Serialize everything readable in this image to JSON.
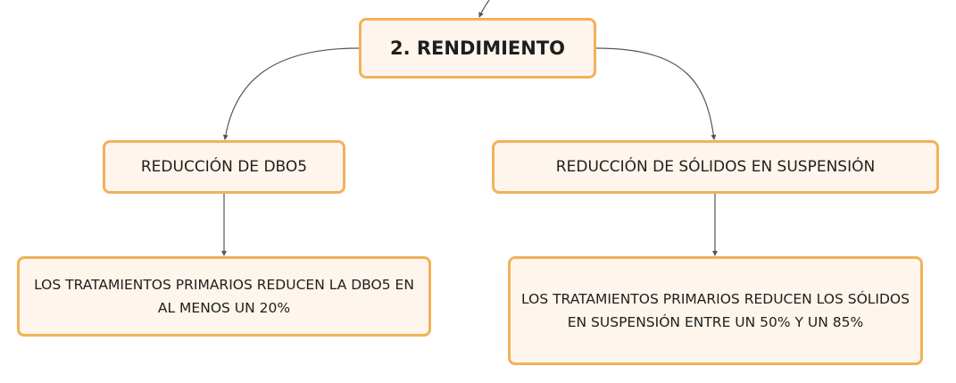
{
  "diagram": {
    "root": {
      "label": "2. RENDIMIENTO"
    },
    "children": [
      {
        "label": "REDUCCIÓN DE DBO5",
        "detail": "LOS TRATAMIENTOS PRIMARIOS REDUCEN LA DBO5 EN AL MENOS UN 20%"
      },
      {
        "label": "REDUCCIÓN DE SÓLIDOS EN SUSPENSIÓN",
        "detail": "LOS TRATAMIENTOS PRIMARIOS REDUCEN LOS SÓLIDOS EN SUSPENSIÓN ENTRE UN 50% Y UN 85%"
      }
    ]
  },
  "colors": {
    "node_fill": "#fef5ec",
    "node_border": "#f3b15a",
    "connector": "#555555",
    "text": "#1e1e1e"
  }
}
